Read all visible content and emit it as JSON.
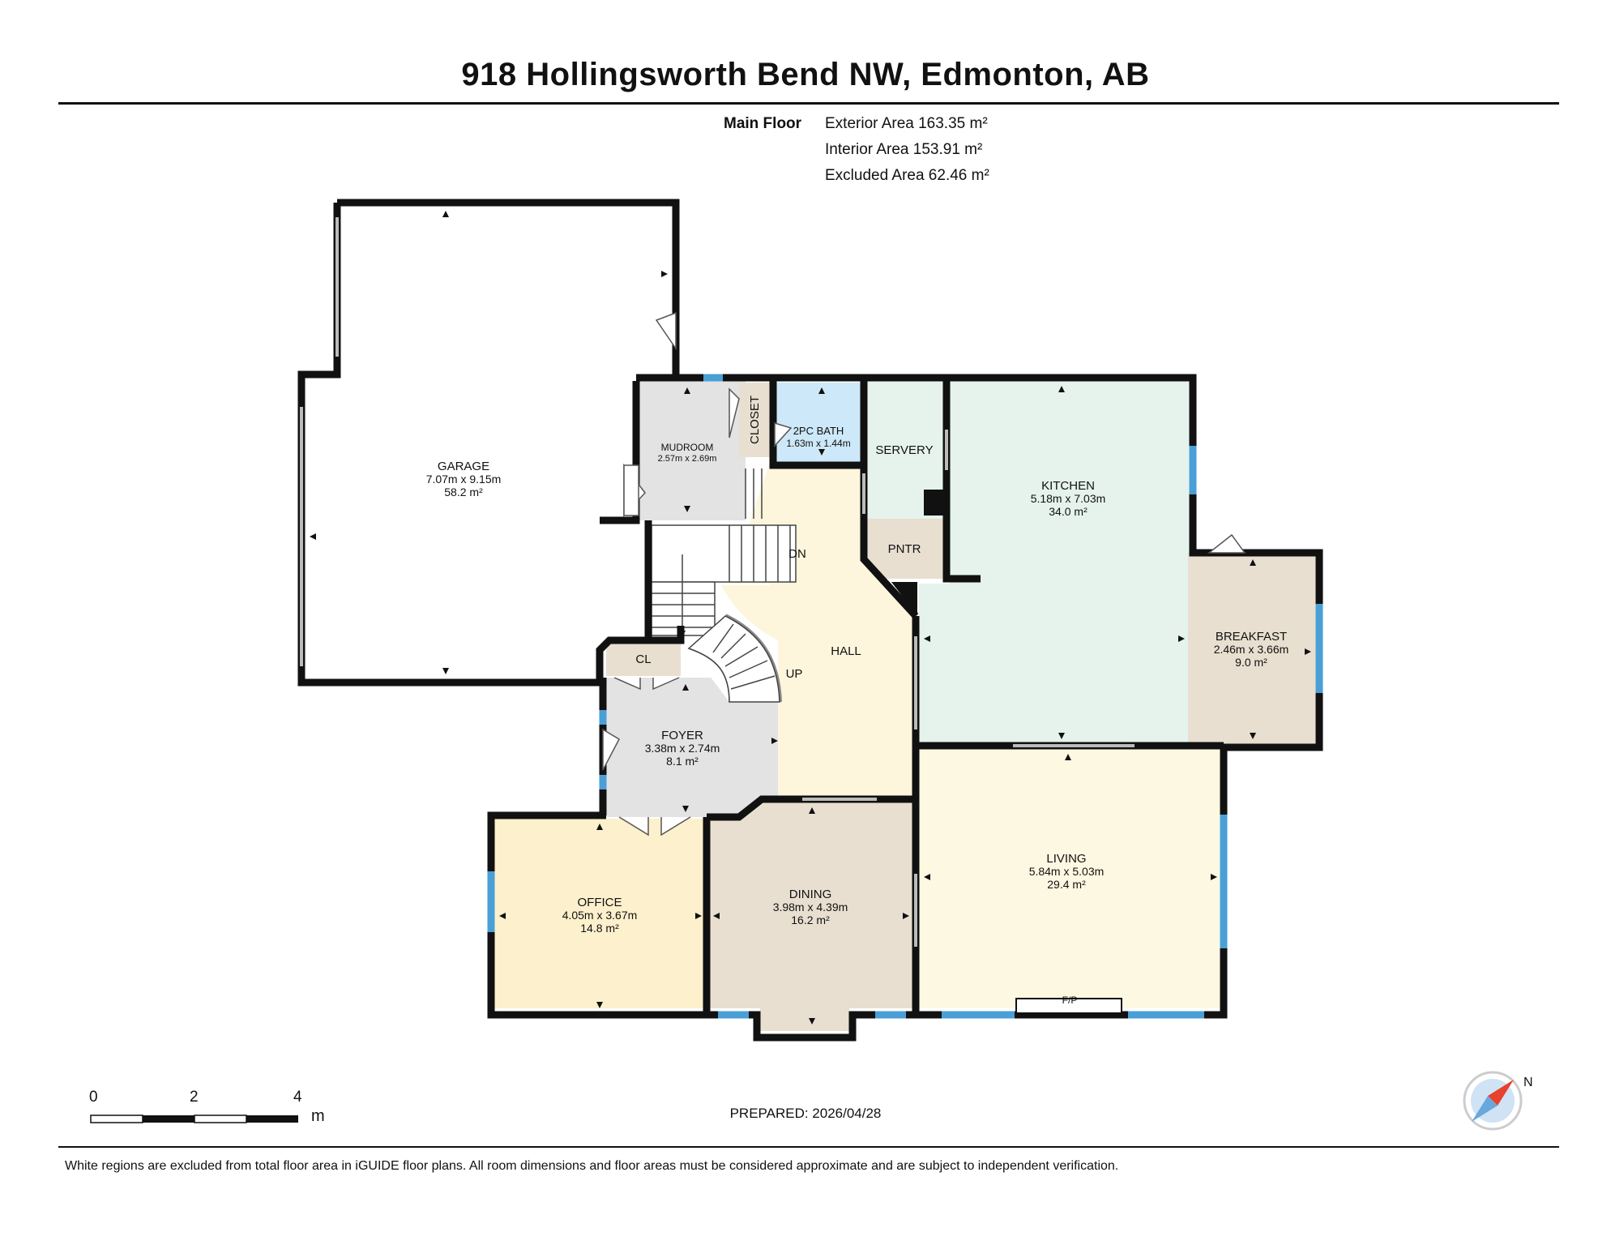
{
  "title": "918 Hollingsworth Bend NW, Edmonton, AB",
  "floor": {
    "label": "Main Floor",
    "exterior_area": "Exterior Area 163.35 m²",
    "interior_area": "Interior Area 153.91 m²",
    "excluded_area": "Excluded Area 62.46 m²"
  },
  "rooms": {
    "garage": {
      "name": "GARAGE",
      "dims": "7.07m x 9.15m",
      "area": "58.2 m²"
    },
    "mudroom": {
      "name": "MUDROOM",
      "dims": "2.57m x 2.69m"
    },
    "closet": {
      "name": "CLOSET"
    },
    "bath": {
      "name": "2PC BATH",
      "dims": "1.63m x 1.44m"
    },
    "servery": {
      "name": "SERVERY"
    },
    "pantry": {
      "name": "PNTR"
    },
    "kitchen": {
      "name": "KITCHEN",
      "dims": "5.18m x 7.03m",
      "area": "34.0 m²"
    },
    "breakfast": {
      "name": "BREAKFAST",
      "dims": "2.46m x 3.66m",
      "area": "9.0 m²"
    },
    "hall": {
      "name": "HALL"
    },
    "cl": {
      "name": "CL"
    },
    "foyer": {
      "name": "FOYER",
      "dims": "3.38m x 2.74m",
      "area": "8.1 m²"
    },
    "office": {
      "name": "OFFICE",
      "dims": "4.05m x 3.67m",
      "area": "14.8 m²"
    },
    "dining": {
      "name": "DINING",
      "dims": "3.98m x 4.39m",
      "area": "16.2 m²"
    },
    "living": {
      "name": "LIVING",
      "dims": "5.84m x 5.03m",
      "area": "29.4 m²"
    }
  },
  "stairs": {
    "down": "DN",
    "up": "UP"
  },
  "fireplace": "F/P",
  "scale": {
    "ticks": [
      "0",
      "2",
      "4"
    ],
    "unit": "m"
  },
  "compass": "N",
  "prepared": "PREPARED: 2026/04/28",
  "footer_note": "White regions are excluded from total floor area in iGUIDE floor plans. All room dimensions and floor areas must be considered approximate and are subject to independent verification.",
  "colors": {
    "wall": "#111111",
    "window": "#4a9fd6",
    "grey_room": "#e3e3e3",
    "bath": "#cde8f8",
    "kitchen": "#e5f3ec",
    "beige": "#e8dfd0",
    "hall": "#fdf6dc",
    "office": "#fdf0cc",
    "living": "#fdf8e2",
    "compass_red": "#e8412e",
    "compass_blue": "#6aa7db"
  }
}
